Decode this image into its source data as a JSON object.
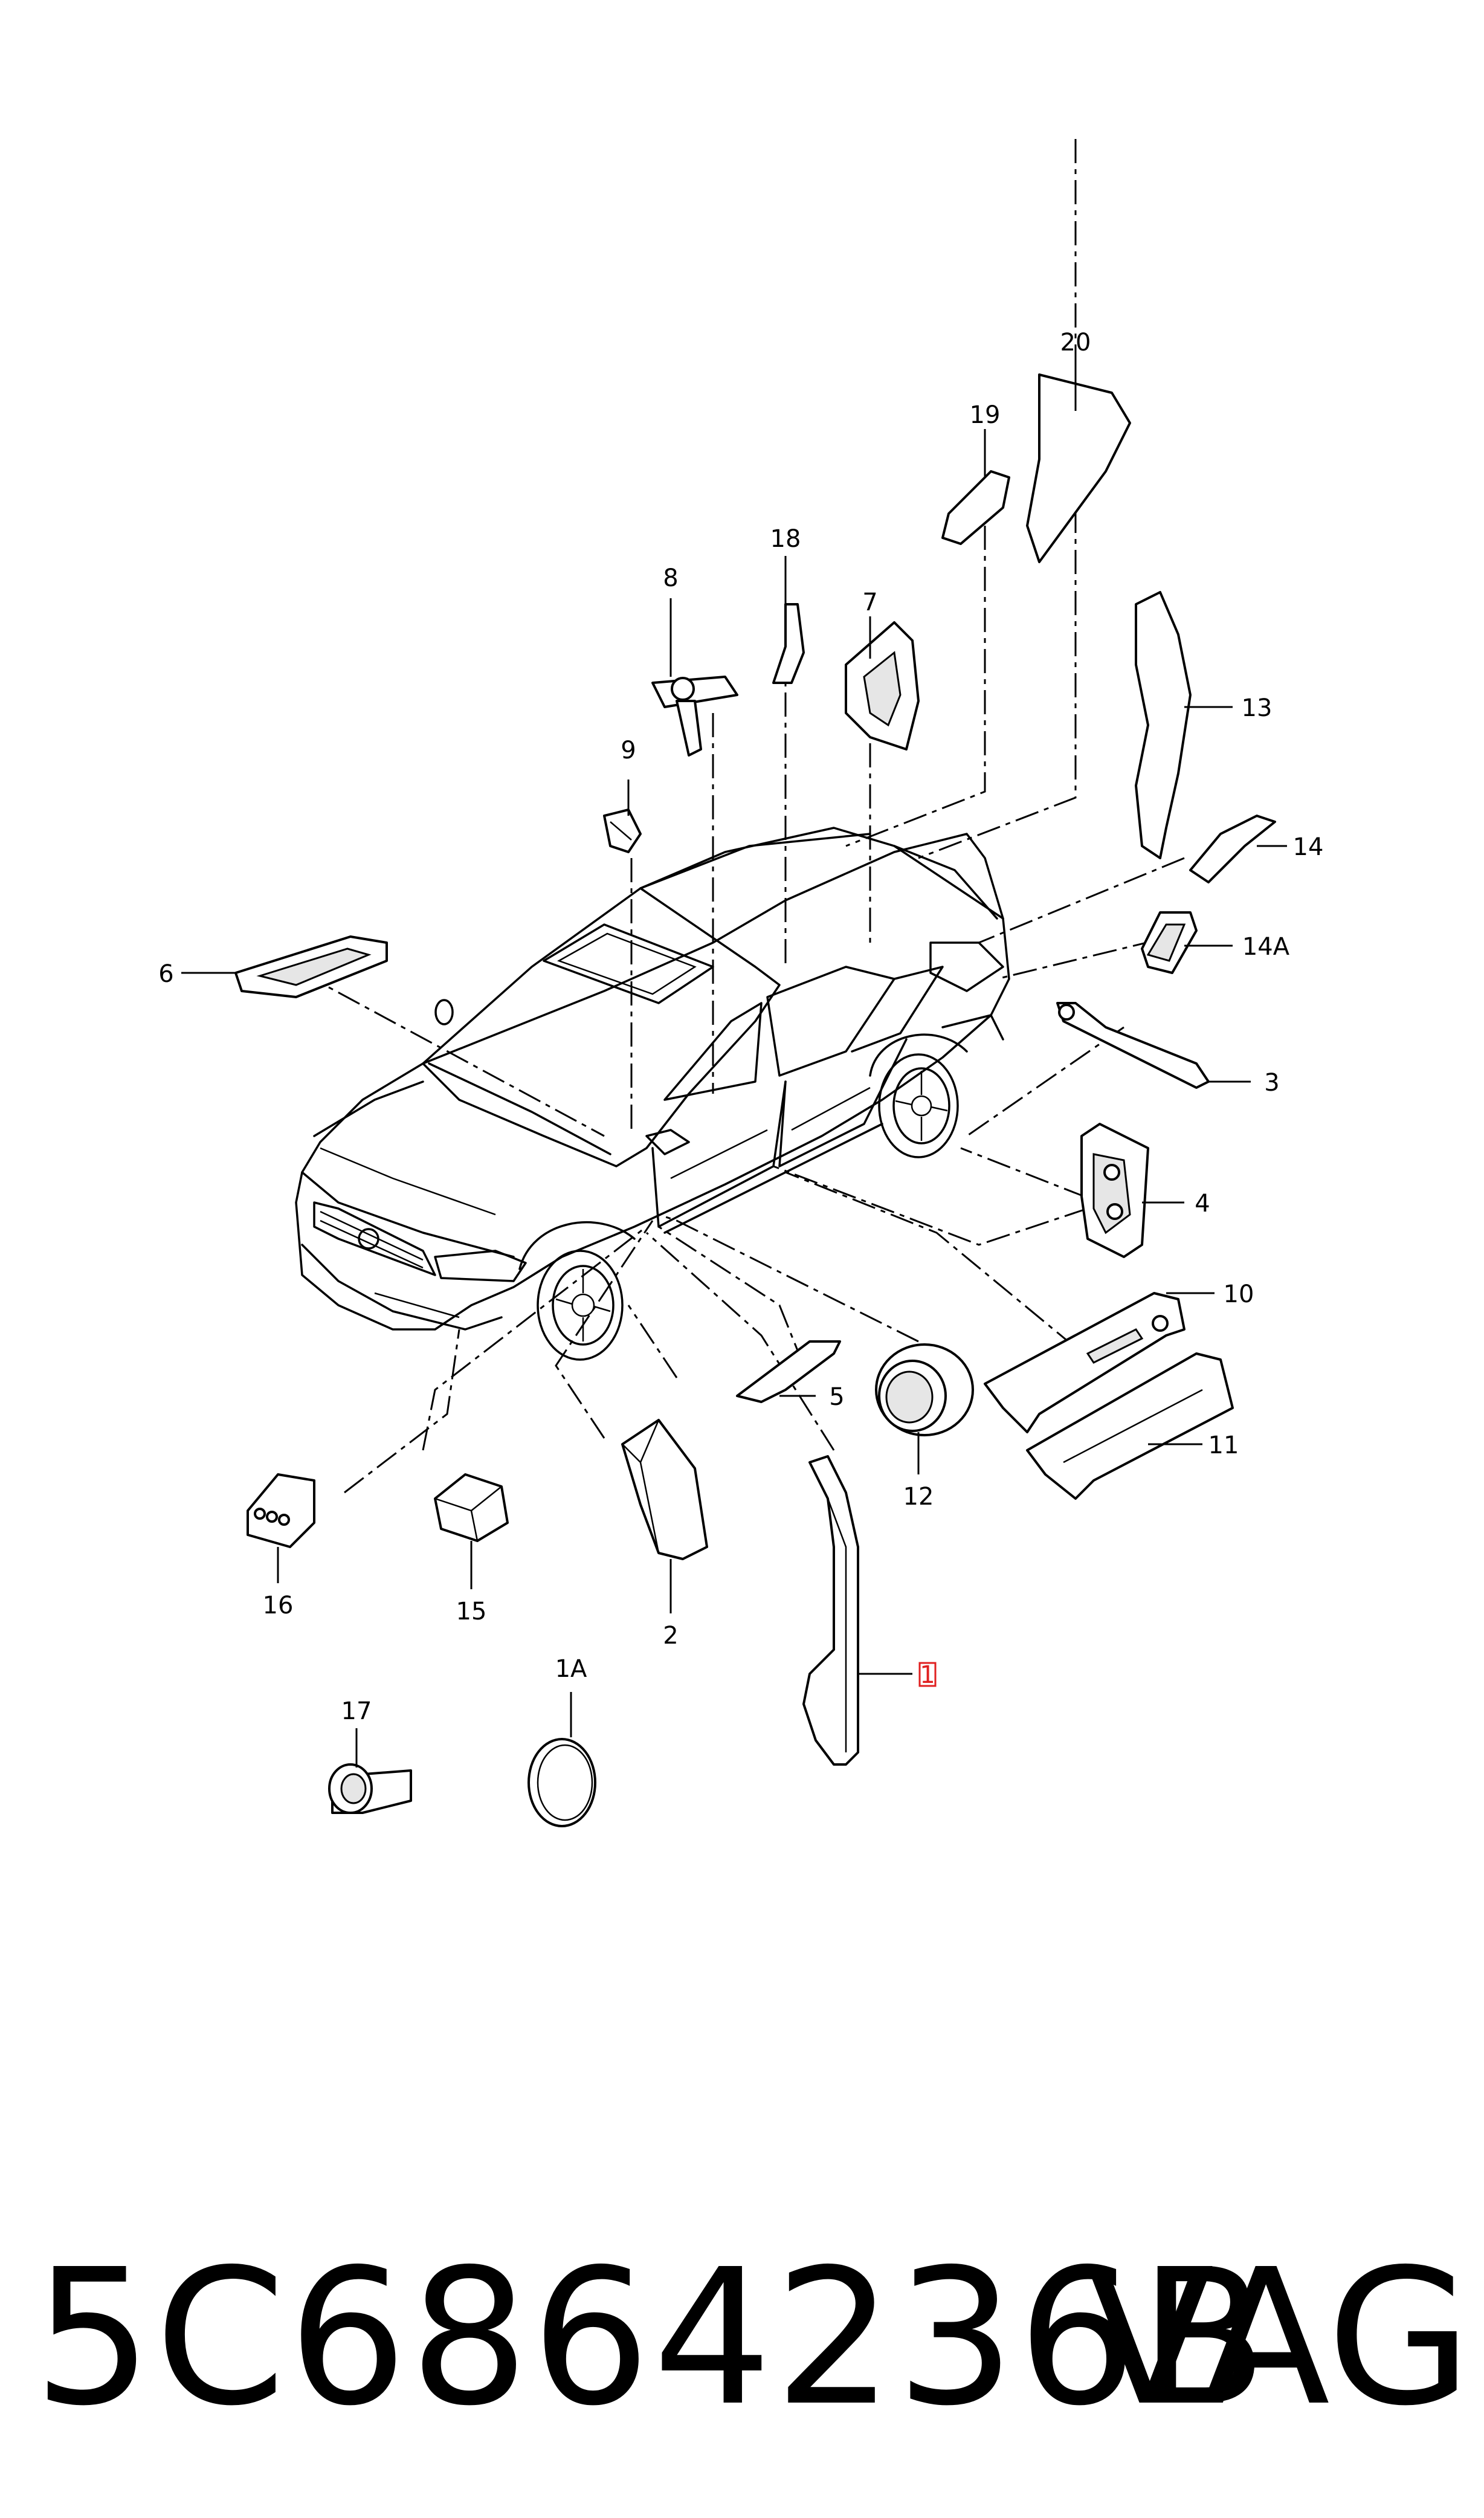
{
  "labels": {
    "l1": "1",
    "l1a": "1A",
    "l2": "2",
    "l3": "3",
    "l4": "4",
    "l5": "5",
    "l6": "6",
    "l7": "7",
    "l8": "8",
    "l9": "9",
    "l10": "10",
    "l11": "11",
    "l12": "12",
    "l13": "13",
    "l14": "14",
    "l14a": "14A",
    "l15": "15",
    "l16": "16",
    "l17": "17",
    "l18": "18",
    "l19": "19",
    "l20": "20"
  },
  "highlighted_label": "1",
  "footer": {
    "part_number": "5C6864236B",
    "brand": "VAG"
  },
  "colors": {
    "line": "#000000",
    "background": "#ffffff",
    "highlight": "#e02020"
  }
}
